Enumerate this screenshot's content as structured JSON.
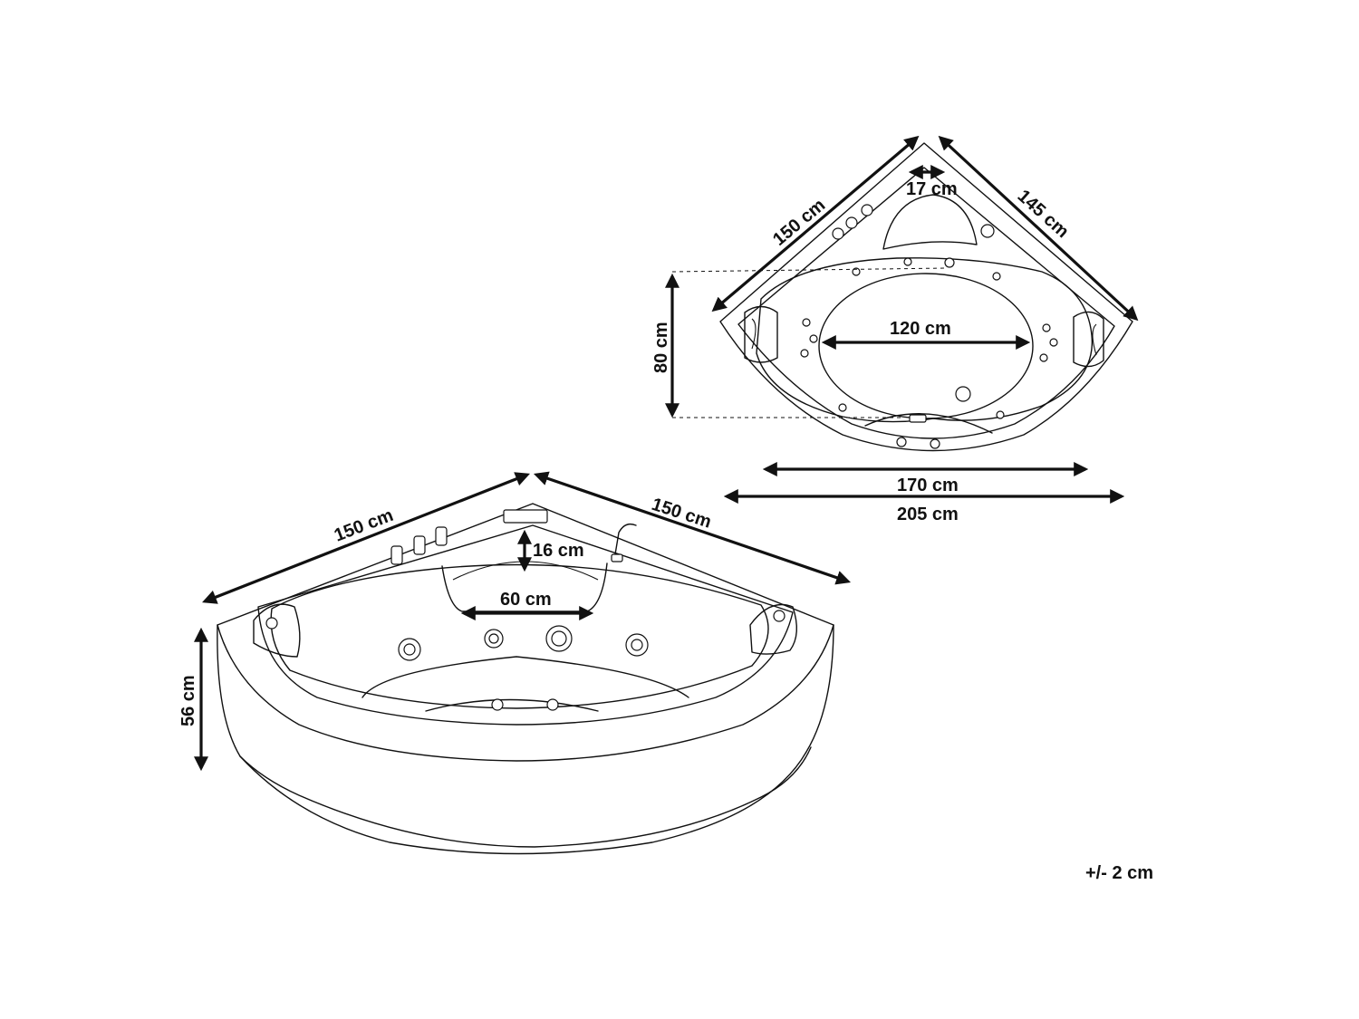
{
  "dimensions": {
    "top_view": {
      "left_edge": "150 cm",
      "right_edge": "145 cm",
      "depth": "80 cm",
      "headrest_depth": "17 cm",
      "inner_width": "120 cm",
      "outer_width_inner": "170 cm",
      "outer_width_total": "205 cm"
    },
    "perspective_view": {
      "left_edge": "150 cm",
      "right_edge": "150 cm",
      "height": "56 cm",
      "seat_depth": "16 cm",
      "seat_width": "60 cm"
    },
    "tolerance": "+/- 2 cm"
  },
  "icons": {
    "arrow": "double-headed-arrow-icon",
    "jet": "water-jet-icon",
    "pillow": "headrest-pillow-icon",
    "faucet": "faucet-knob-icon",
    "shower": "hand-shower-icon"
  }
}
